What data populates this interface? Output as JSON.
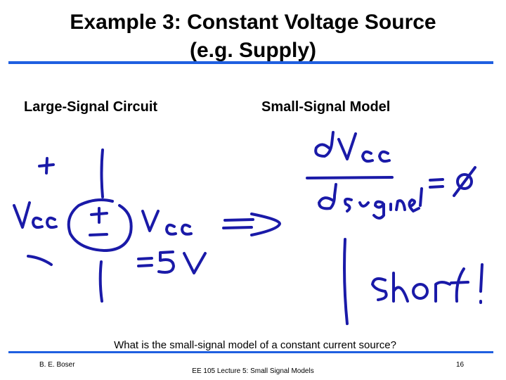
{
  "slide": {
    "title_line1": "Example 3: Constant Voltage Source",
    "title_line2": "(e.g. Supply)",
    "left_heading": "Large-Signal Circuit",
    "right_heading": "Small-Signal Model",
    "question": "What is the small-signal model of a constant current source?"
  },
  "footer": {
    "author": "B. E. Boser",
    "page_number": "16",
    "course": "EE 105 Lecture 5: Small Signal Models"
  },
  "annotations": {
    "ink_color": "#1a1aa8",
    "rule_color": "#1f5fe0",
    "handwriting": [
      "+",
      "Vcc",
      "-",
      "+",
      "-",
      "Vcc",
      "=5V",
      "=>",
      "dVcc",
      "dsignal",
      "=0",
      "short!"
    ]
  }
}
